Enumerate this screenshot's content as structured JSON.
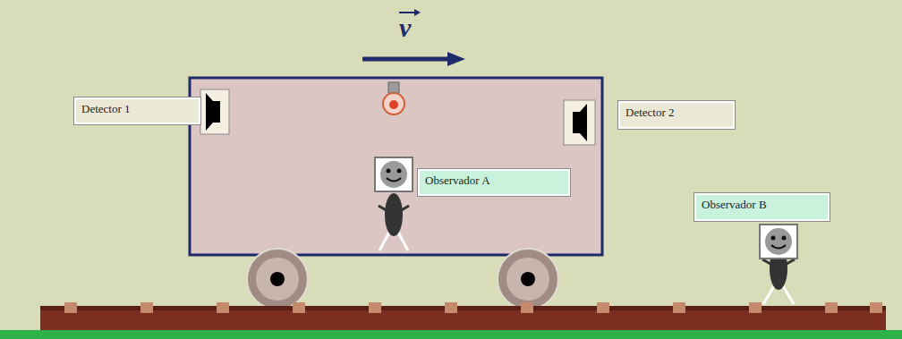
{
  "diagram": {
    "nodes": [
      {
        "text": [
          "Detector 1"
        ]
      },
      {
        "text": [
          "Detector 2"
        ]
      },
      {
        "text": [
          "Observador A"
        ]
      },
      {
        "text": [
          "Observador B"
        ]
      }
    ],
    "labels": [
      "v"
    ]
  }
}
